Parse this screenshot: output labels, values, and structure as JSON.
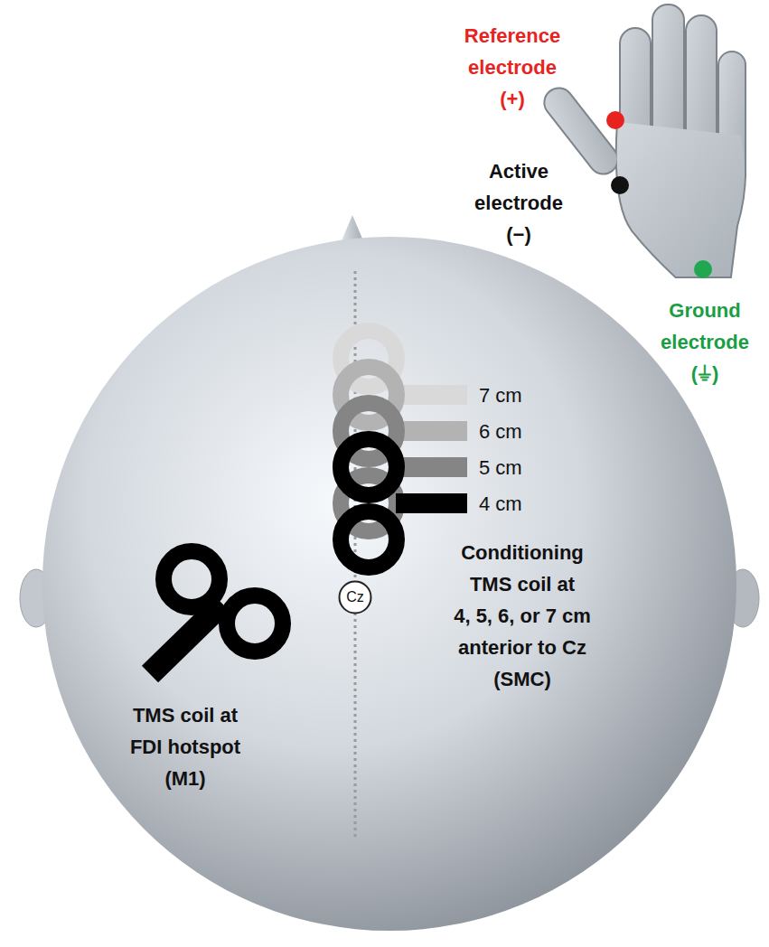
{
  "diagram": {
    "nodes": [
      {
        "text": [
          "Cz"
        ]
      }
    ],
    "labels": [
      "Reference electrode (+)",
      "Active electrode (−)",
      "Ground electrode (⏚)",
      "7 cm",
      "6 cm",
      "5 cm",
      "4 cm",
      "Conditioning TMS coil at 4, 5, 6, or 7 cm anterior to Cz (SMC)",
      "TMS coil at FDI hotspot (M1)"
    ]
  }
}
